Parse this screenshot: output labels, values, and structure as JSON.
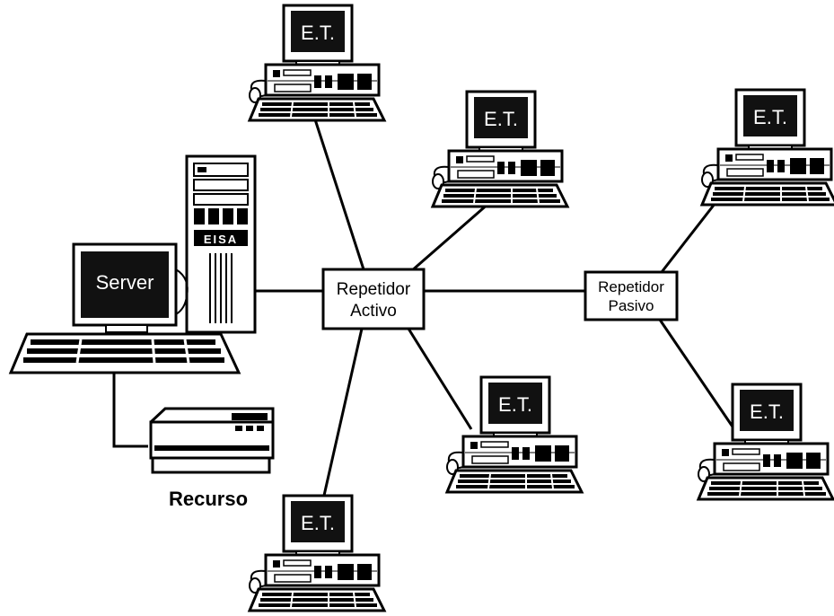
{
  "colors": {
    "ink": "#000000",
    "paper": "#ffffff",
    "screen": "#111111",
    "screen_text": "#ffffff"
  },
  "nodes": {
    "server": {
      "label": "Server",
      "case_label": "EISA"
    },
    "active_repeater": {
      "line1": "Repetidor",
      "line2": "Activo"
    },
    "passive_repeater": {
      "line1": "Repetidor",
      "line2": "Pasivo"
    },
    "printer": {
      "label": "Recurso"
    },
    "workstations": [
      {
        "label": "E.T."
      },
      {
        "label": "E.T."
      },
      {
        "label": "E.T."
      },
      {
        "label": "E.T."
      },
      {
        "label": "E.T."
      },
      {
        "label": "E.T."
      }
    ]
  }
}
